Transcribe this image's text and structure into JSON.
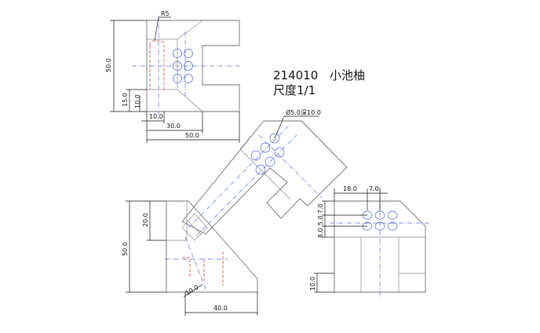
{
  "title": {
    "part_number": "214010",
    "part_name": "小池柚",
    "scale": "尺度1/1"
  },
  "top_view": {
    "radius_label": "R5",
    "dim_height": "50.0",
    "dim_15": "15.0",
    "dim_10_vertical": "10.0",
    "dim_10_horizontal": "10.0",
    "dim_30": "30.0",
    "dim_50": "50.0"
  },
  "iso_view": {
    "hole_callout": "Ø5.0深10.0"
  },
  "front_view": {
    "dim_20": "20.0",
    "dim_50": "50.0",
    "dim_10": "10.0",
    "dim_40": "40.0"
  },
  "side_view": {
    "dim_18": "18.0",
    "dim_7_top": "7.0",
    "dim_7_vertical": "7.0",
    "dim_5": "5.0",
    "dim_8": "8.0",
    "dim_10": "10.0"
  },
  "colors": {
    "outline": "#6f6f6f",
    "centerline": "#5b6fd6",
    "hidden_line": "#d9463a",
    "dimension": "#111111"
  }
}
